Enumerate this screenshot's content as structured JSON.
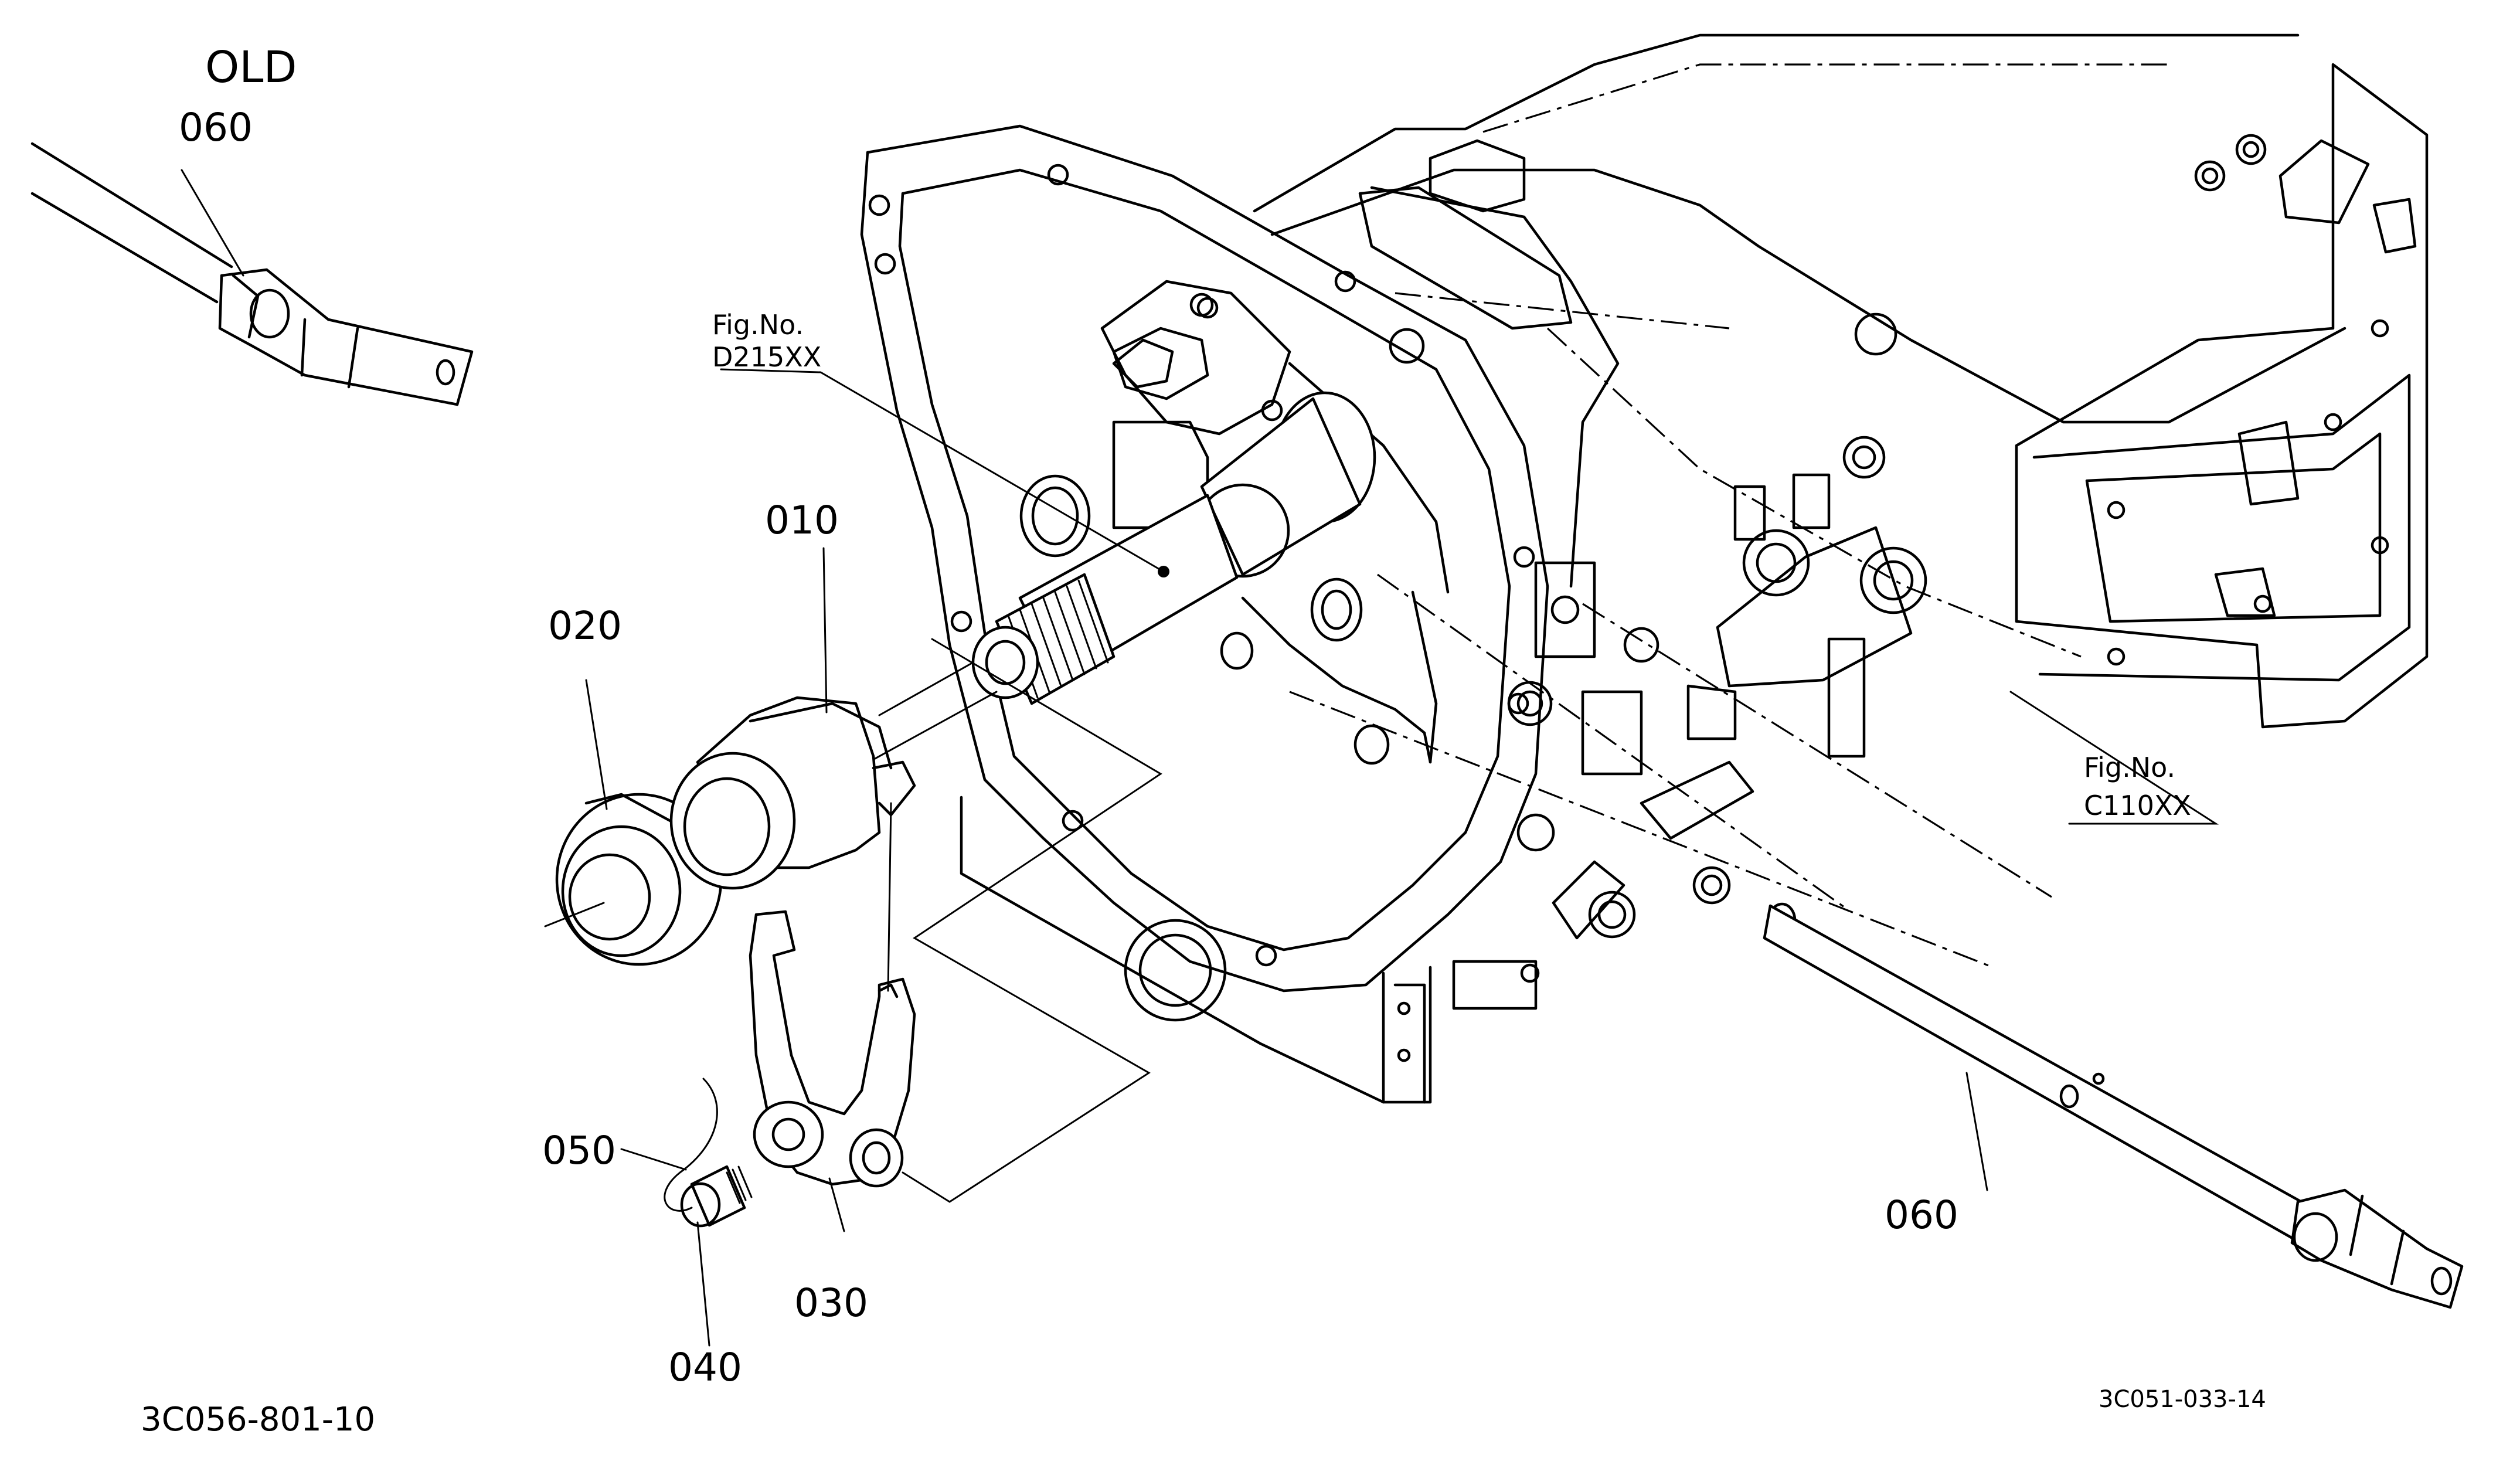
{
  "old_label": "OLD",
  "parts": {
    "p010": "010",
    "p020": "020",
    "p030": "030",
    "p040": "040",
    "p050": "050",
    "p060_old": "060",
    "p060": "060"
  },
  "figure_refs": {
    "upper": {
      "line1": "Fig.No.",
      "line2": "D215XX"
    },
    "right": {
      "line1": "Fig.No.",
      "line2": "C110XX"
    }
  },
  "codes": {
    "left": "3C056-801-10",
    "right": "3C051-033-14"
  }
}
